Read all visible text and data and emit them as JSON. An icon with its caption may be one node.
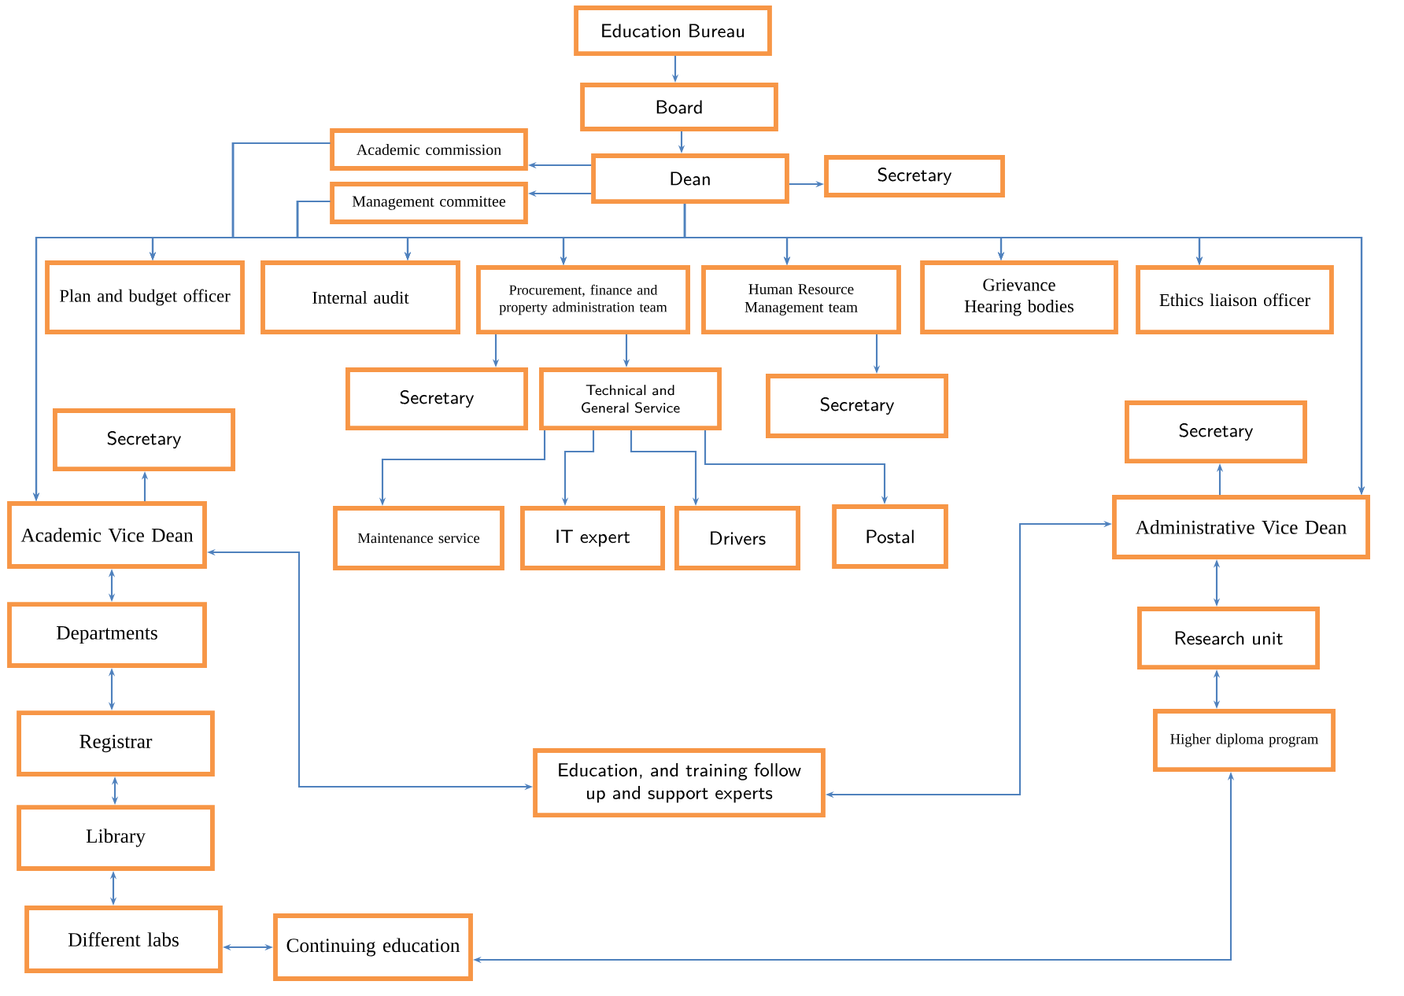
{
  "diagram": {
    "nodes": [
      {
        "text": [
          "Education Bureau"
        ]
      },
      {
        "text": [
          "Board"
        ]
      },
      {
        "text": [
          "Dean"
        ]
      },
      {
        "text": [
          "Secretary"
        ]
      },
      {
        "text": [
          "Academic  commission"
        ]
      },
      {
        "text": [
          "Management  committee"
        ]
      },
      {
        "text": [
          "Plan and budget officer"
        ]
      },
      {
        "text": [
          "Internal audit"
        ]
      },
      {
        "text": [
          "Procurement, finance and property administration team"
        ]
      },
      {
        "text": [
          "Human Resource Management  team"
        ]
      },
      {
        "text": [
          "Grievance Hearing bodies"
        ]
      },
      {
        "text": [
          "Ethics liaison officer"
        ]
      },
      {
        "text": [
          "Secretary"
        ]
      },
      {
        "text": [
          "Technical and General Service"
        ]
      },
      {
        "text": [
          "Secretary"
        ]
      },
      {
        "text": [
          "Secretary"
        ]
      },
      {
        "text": [
          "Secretary"
        ]
      },
      {
        "text": [
          "Academic Vice Dean"
        ]
      },
      {
        "text": [
          "Maintenance service"
        ]
      },
      {
        "text": [
          "IT expert"
        ]
      },
      {
        "text": [
          "Drivers"
        ]
      },
      {
        "text": [
          "Postal"
        ]
      },
      {
        "text": [
          "Administrative Vice Dean"
        ]
      },
      {
        "text": [
          "Departments"
        ]
      },
      {
        "text": [
          "Research unit"
        ]
      },
      {
        "text": [
          "Registrar"
        ]
      },
      {
        "text": [
          "Higher diploma program"
        ]
      },
      {
        "text": [
          "Education, and training follow up and support experts"
        ]
      },
      {
        "text": [
          "Library"
        ]
      },
      {
        "text": [
          "Different labs"
        ]
      },
      {
        "text": [
          "Continuing education"
        ]
      }
    ],
    "edges": [
      {
        "from": 0,
        "to": 1,
        "arrow": "to"
      },
      {
        "from": 1,
        "to": 2,
        "arrow": "to"
      },
      {
        "from": 2,
        "to": 3,
        "arrow": "to"
      },
      {
        "from": 2,
        "to": 4,
        "arrow": "to"
      },
      {
        "from": 2,
        "to": 5,
        "arrow": "to"
      },
      {
        "from": 4,
        "to": 6,
        "arrow": "to"
      },
      {
        "from": 5,
        "to": 6,
        "arrow": "to"
      },
      {
        "from": 2,
        "to": 6,
        "arrow": "to"
      },
      {
        "from": 2,
        "to": 7,
        "arrow": "to"
      },
      {
        "from": 2,
        "to": 8,
        "arrow": "to"
      },
      {
        "from": 2,
        "to": 9,
        "arrow": "to"
      },
      {
        "from": 2,
        "to": 10,
        "arrow": "to"
      },
      {
        "from": 2,
        "to": 11,
        "arrow": "to"
      },
      {
        "from": 2,
        "to": 17,
        "arrow": "to"
      },
      {
        "from": 2,
        "to": 22,
        "arrow": "to"
      },
      {
        "from": 8,
        "to": 12,
        "arrow": "to"
      },
      {
        "from": 8,
        "to": 13,
        "arrow": "to"
      },
      {
        "from": 9,
        "to": 14,
        "arrow": "to"
      },
      {
        "from": 13,
        "to": 18,
        "arrow": "to"
      },
      {
        "from": 13,
        "to": 19,
        "arrow": "to"
      },
      {
        "from": 13,
        "to": 20,
        "arrow": "to"
      },
      {
        "from": 13,
        "to": 21,
        "arrow": "to"
      },
      {
        "from": 17,
        "to": 15,
        "arrow": "to"
      },
      {
        "from": 22,
        "to": 16,
        "arrow": "to"
      },
      {
        "from": 17,
        "to": 23,
        "arrow": "both"
      },
      {
        "from": 23,
        "to": 25,
        "arrow": "both"
      },
      {
        "from": 25,
        "to": 28,
        "arrow": "both"
      },
      {
        "from": 28,
        "to": 29,
        "arrow": "both"
      },
      {
        "from": 29,
        "to": 30,
        "arrow": "both"
      },
      {
        "from": 22,
        "to": 24,
        "arrow": "both"
      },
      {
        "from": 24,
        "to": 26,
        "arrow": "both"
      },
      {
        "from": 17,
        "to": 27,
        "arrow": "both"
      },
      {
        "from": 22,
        "to": 27,
        "arrow": "both"
      },
      {
        "from": 26,
        "to": 30,
        "arrow": "both"
      },
      {
        "from": 4,
        "to": 7,
        "arrow": "to"
      },
      {
        "from": 4,
        "to": 8,
        "arrow": "to"
      },
      {
        "from": 4,
        "to": 9,
        "arrow": "to"
      },
      {
        "from": 4,
        "to": 10,
        "arrow": "to"
      },
      {
        "from": 4,
        "to": 11,
        "arrow": "to"
      },
      {
        "from": 4,
        "to": 17,
        "arrow": "to"
      },
      {
        "from": 4,
        "to": 22,
        "arrow": "to"
      },
      {
        "from": 5,
        "to": 7,
        "arrow": "to"
      },
      {
        "from": 5,
        "to": 8,
        "arrow": "to"
      },
      {
        "from": 5,
        "to": 9,
        "arrow": "to"
      },
      {
        "from": 5,
        "to": 10,
        "arrow": "to"
      },
      {
        "from": 5,
        "to": 11,
        "arrow": "to"
      },
      {
        "from": 5,
        "to": 17,
        "arrow": "to"
      },
      {
        "from": 5,
        "to": 22,
        "arrow": "to"
      }
    ]
  }
}
